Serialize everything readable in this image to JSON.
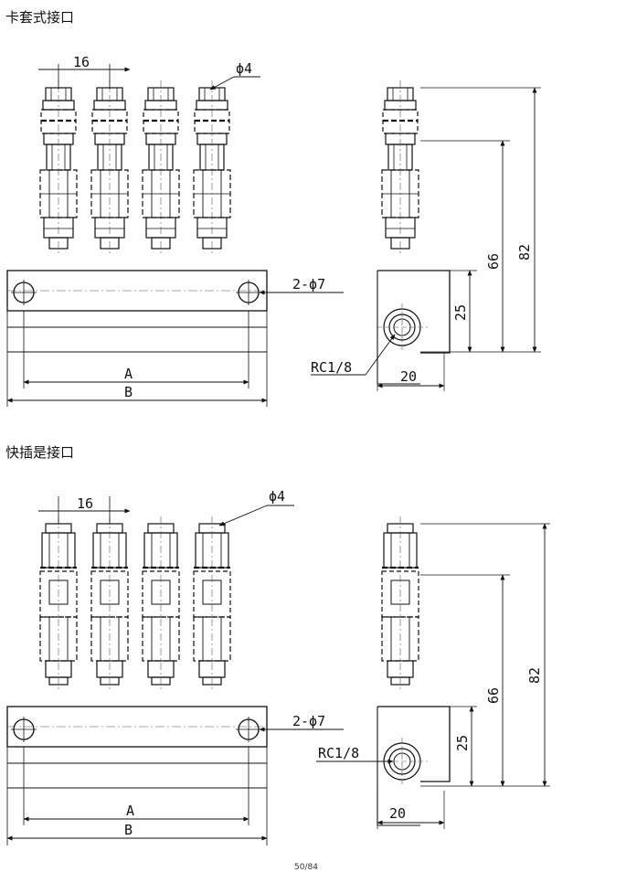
{
  "sections": [
    {
      "title": "卡套式接口",
      "labels": {
        "pitch": "16",
        "tube": "ϕ4",
        "holes": "2-ϕ7",
        "thread": "RC1/8",
        "width": "20",
        "base": "25",
        "mid": "66",
        "total": "82",
        "a": "A",
        "b": "B"
      }
    },
    {
      "title": "快插是接口",
      "labels": {
        "pitch": "16",
        "tube": "ϕ4",
        "holes": "2-ϕ7",
        "thread": "RC1/8",
        "width": "20",
        "base": "25",
        "mid": "66",
        "total": "82",
        "a": "A",
        "b": "B"
      }
    }
  ],
  "page": {
    "number": "50/84"
  }
}
